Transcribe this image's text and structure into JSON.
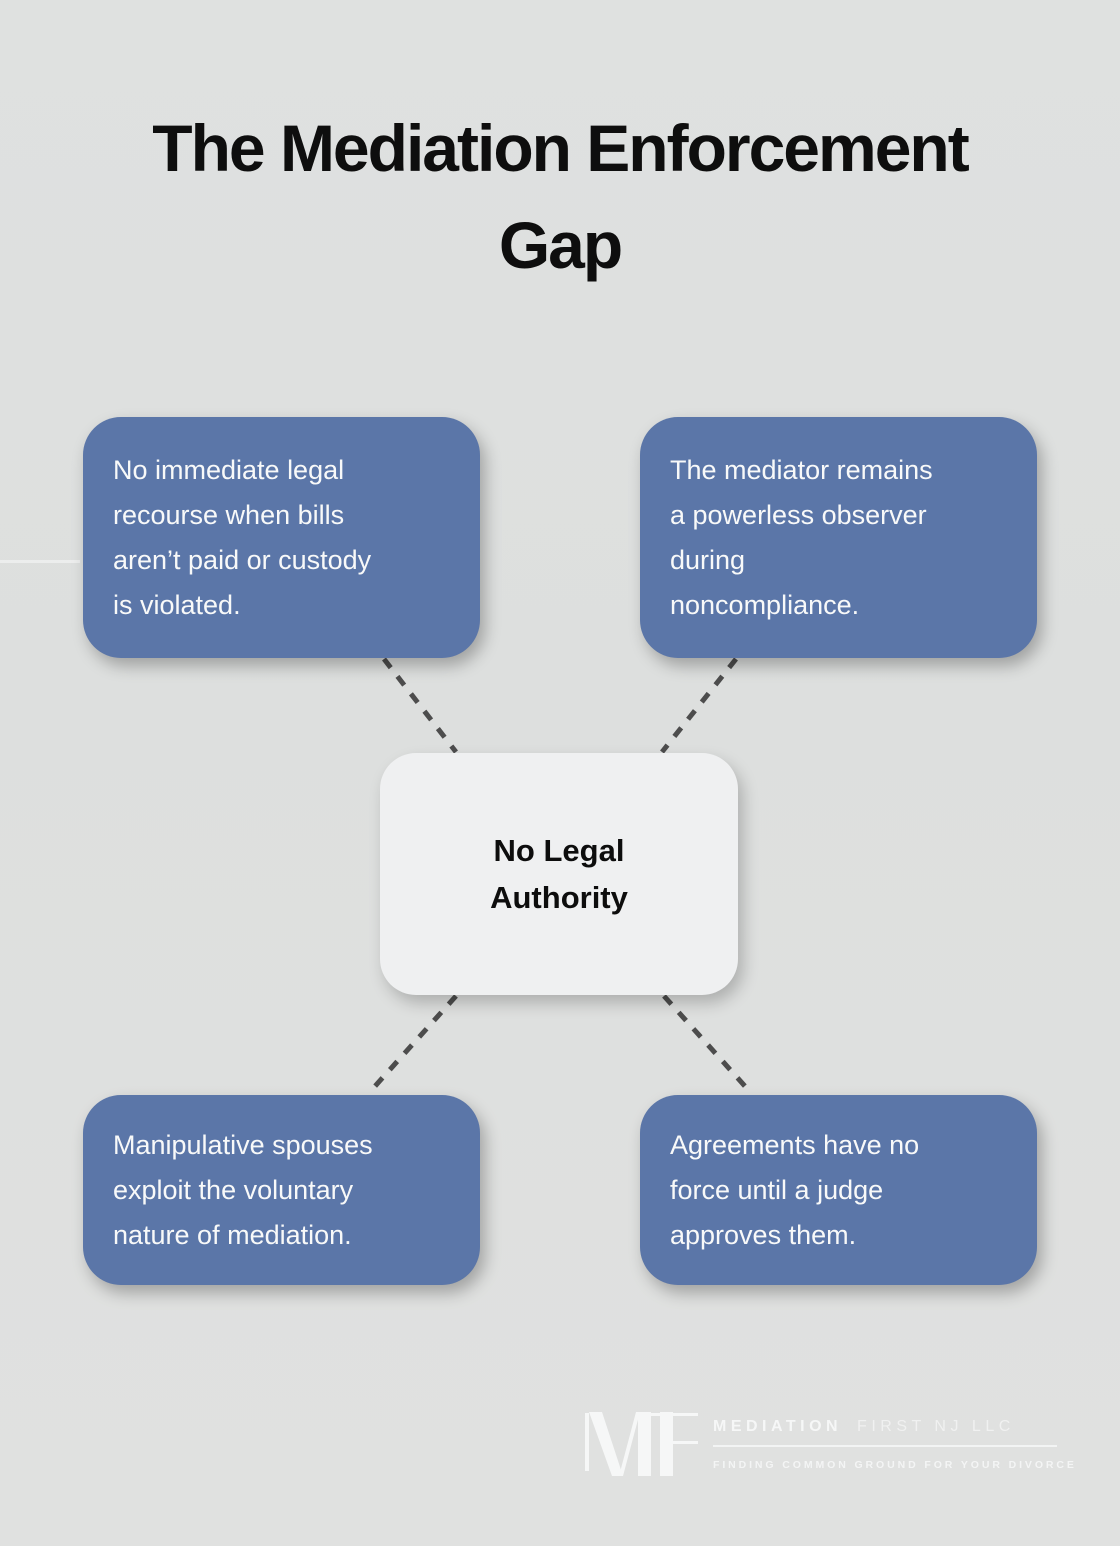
{
  "page": {
    "title": "The Mediation Enforcement\nGap",
    "background_color": "#dee0df"
  },
  "diagram": {
    "center_node": {
      "label": "No Legal\nAuthority",
      "fill": "#eff0f1",
      "text_color": "#0d0d0d"
    },
    "node_fill": "#5b76a8",
    "node_text_color": "#f8f9f9",
    "connector_color": "#4d4d4d",
    "connector_style": "dashed",
    "nodes": [
      {
        "position": "top-left",
        "text": "No immediate legal\nrecourse when bills\naren’t paid or custody\nis violated."
      },
      {
        "position": "top-right",
        "text": "The mediator remains\na powerless observer\nduring\nnoncompliance."
      },
      {
        "position": "bottom-left",
        "text": "Manipulative spouses\nexploit the voluntary\nnature of mediation."
      },
      {
        "position": "bottom-right",
        "text": "Agreements have no\nforce until a judge\napproves them."
      }
    ]
  },
  "footer": {
    "monogram": "MF",
    "brand_bold": "MEDIATION",
    "brand_light": "FIRST NJ LLC",
    "tagline": "FINDING COMMON GROUND FOR YOUR DIVORCE",
    "logo_color": "#f6f7f7"
  }
}
